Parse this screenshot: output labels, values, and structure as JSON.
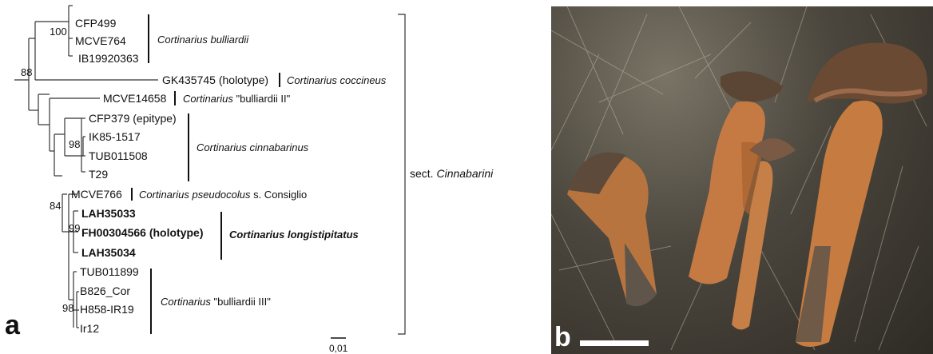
{
  "panel_a": {
    "label": "a",
    "support": {
      "s100": "100",
      "s88": "88",
      "s98a": "98",
      "s84": "84",
      "s99": "99",
      "s98b": "98"
    },
    "taxa": {
      "cfp499": "CFP499",
      "mcve764": "MCVE764",
      "ib": "IB19920363",
      "gk": "GK435745 (holotype)",
      "mcve14658": "MCVE14658",
      "cfp379": "CFP379 (epitype)",
      "ik": "IK85-1517",
      "tub508": "TUB011508",
      "t29": "T29",
      "mcve766": "MCVE766",
      "lah33": "LAH35033",
      "fh": "FH00304566 (holotype)",
      "lah34": "LAH35034",
      "tub899": "TUB011899",
      "b826": "B826_Cor",
      "h858": "H858-IR19",
      "ir12": "Ir12"
    },
    "species": {
      "bulliardii": "Cortinarius bulliardii",
      "coccineus": "Cortinarius coccineus",
      "bull2_a": "Cortinarius",
      "bull2_b": " \"bulliardii II\"",
      "cinnabarinus": "Cortinarius cinnabarinus",
      "pseudo_a": "Cortinarius pseudocolus",
      "pseudo_b": " s. Consiglio",
      "longistipitatus": "Cortinarius longistipitatus",
      "bull3_a": "Cortinarius",
      "bull3_b": " \"bulliardii III\""
    },
    "section": {
      "prefix": "sect. ",
      "name": "Cinnabarini"
    },
    "scale_label": "0,01"
  },
  "panel_b": {
    "label": "b"
  }
}
